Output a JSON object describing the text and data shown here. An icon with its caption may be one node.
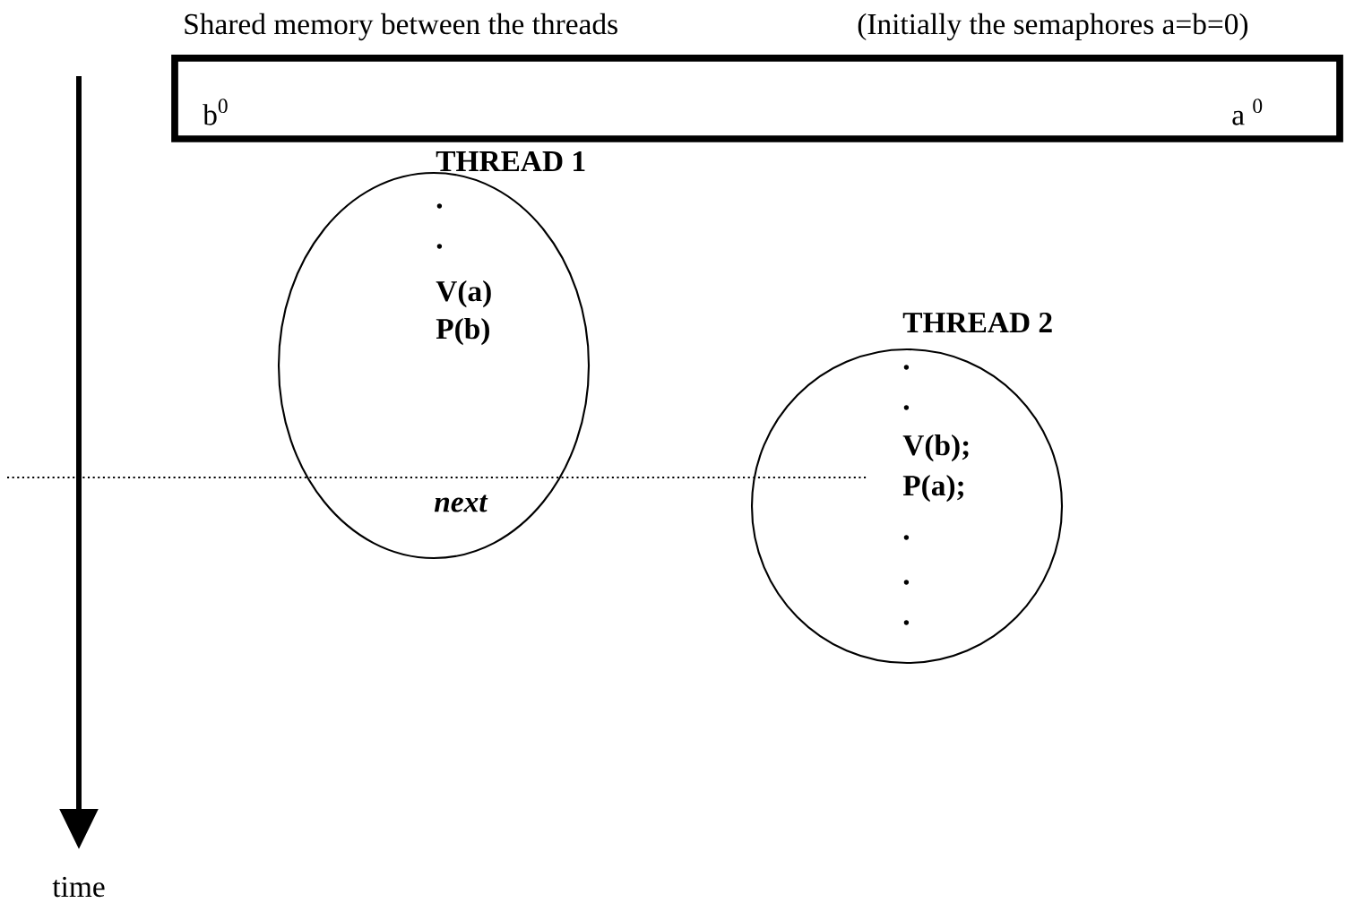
{
  "diagram": {
    "nodes": [
      {
        "text": [
          "Shared memory between the threads",
          "b$^{0}$",
          "a $^{0}$"
        ]
      },
      {
        "text": [
          "THREAD 1",
          ".",
          ".",
          "V(a)",
          "P(b)",
          "next"
        ]
      },
      {
        "text": [
          "THREAD 2",
          ".",
          ".",
          "V(b);",
          "P(a);",
          ".",
          ".",
          "."
        ]
      }
    ],
    "labels": [
      "(Initially the semaphores a=b=0)",
      "time"
    ]
  }
}
